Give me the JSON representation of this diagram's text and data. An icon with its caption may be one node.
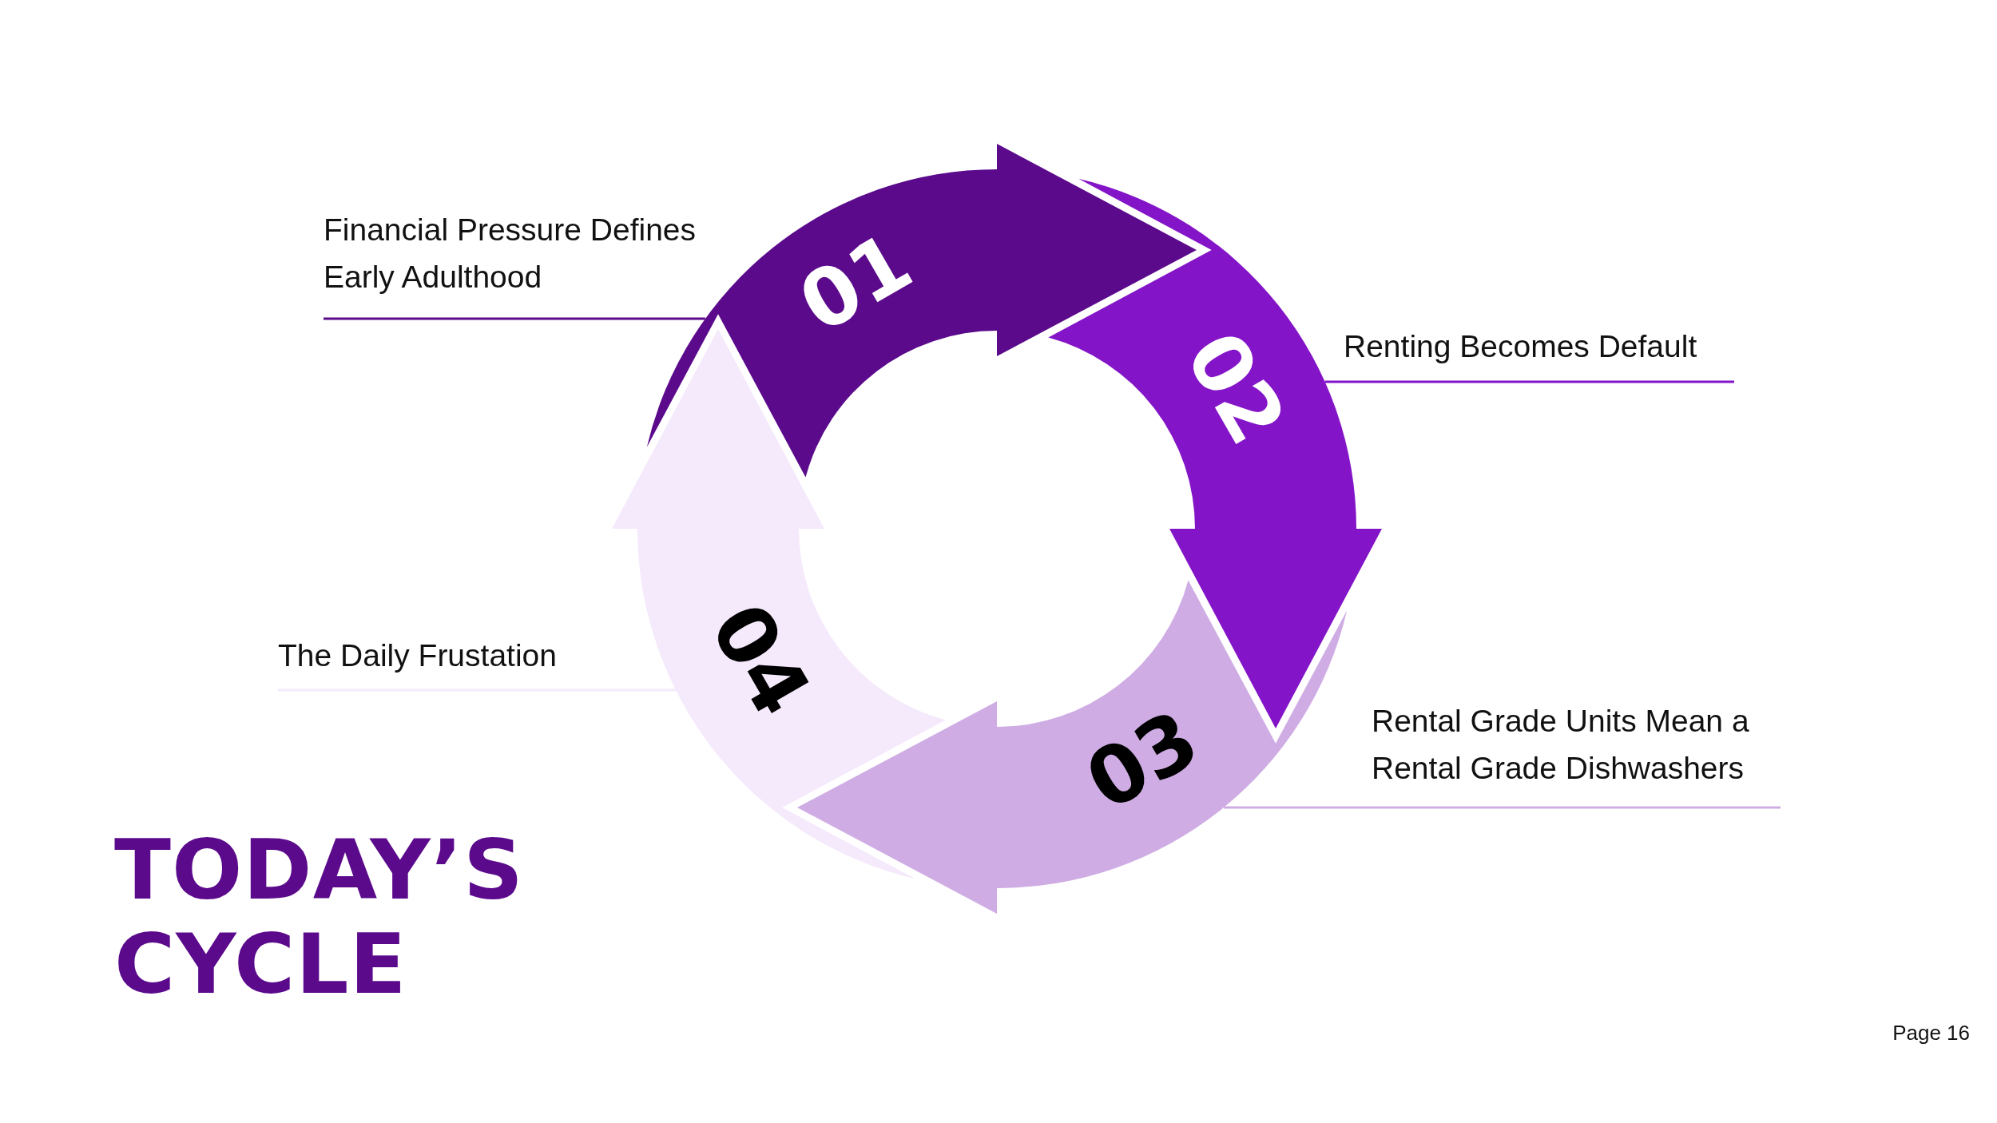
{
  "diagram": {
    "title": "TODAY’S CYCLE",
    "nodes": [
      {
        "text": [
          "01"
        ]
      },
      {
        "text": [
          "02"
        ]
      },
      {
        "text": [
          "03"
        ]
      },
      {
        "text": [
          "04"
        ]
      },
      {
        "text": [
          "Financial Pressure Defines Early Adulthood"
        ]
      },
      {
        "text": [
          "Renting Becomes Default"
        ]
      },
      {
        "text": [
          "Rental Grade Units Mean a Rental Grade Dishwashers"
        ]
      },
      {
        "text": [
          "The Daily Frustation"
        ]
      }
    ],
    "edges": [
      {
        "from": 4,
        "to": 0,
        "arrow": "none",
        "color": "#5b0a8c"
      },
      {
        "from": 5,
        "to": 1,
        "arrow": "none",
        "color": "#8414c8"
      },
      {
        "from": 6,
        "to": 2,
        "arrow": "none",
        "color": "#cfade4"
      },
      {
        "from": 7,
        "to": 3,
        "arrow": "none",
        "color": "#f5e9fc"
      }
    ],
    "labels": [
      "Page 16"
    ]
  }
}
